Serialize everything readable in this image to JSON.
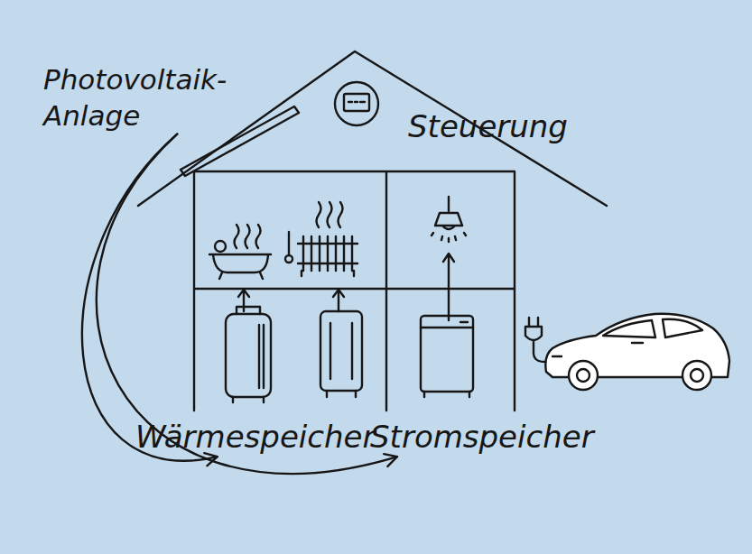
{
  "diagram": {
    "nodes": [
      {
        "text": [
          "Photovoltaik- Anlage"
        ]
      },
      {
        "text": [
          "Wärmespeicher"
        ]
      },
      {
        "text": [
          "Stromspeicher"
        ]
      }
    ],
    "edges": [
      {
        "from": 0,
        "to": 1,
        "arrow": "to"
      },
      {
        "from": 0,
        "to": 2,
        "arrow": "to"
      }
    ],
    "labels": [
      "Steuerung"
    ]
  }
}
